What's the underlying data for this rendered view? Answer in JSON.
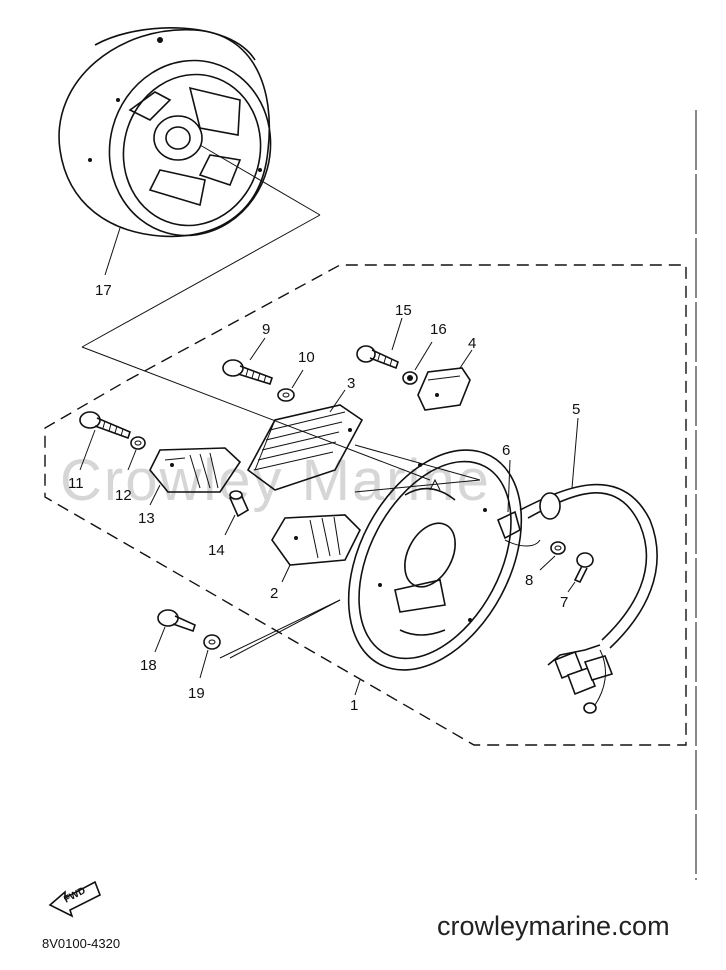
{
  "callouts": {
    "p1": "1",
    "p2": "2",
    "p3": "3",
    "p4": "4",
    "p5": "5",
    "p6": "6",
    "p7": "7",
    "p8": "8",
    "p9": "9",
    "p10": "10",
    "p11": "11",
    "p12": "12",
    "p13": "13",
    "p14": "14",
    "p15": "15",
    "p16": "16",
    "p17": "17",
    "p18": "18",
    "p19": "19"
  },
  "watermark": "Crowley Marine",
  "website": "crowleymarine.com",
  "diagram_code": "8V0100-4320",
  "fwd_label": "FWD",
  "colors": {
    "ink": "#111111",
    "watermark": "#d6d6d6",
    "background": "#ffffff"
  }
}
